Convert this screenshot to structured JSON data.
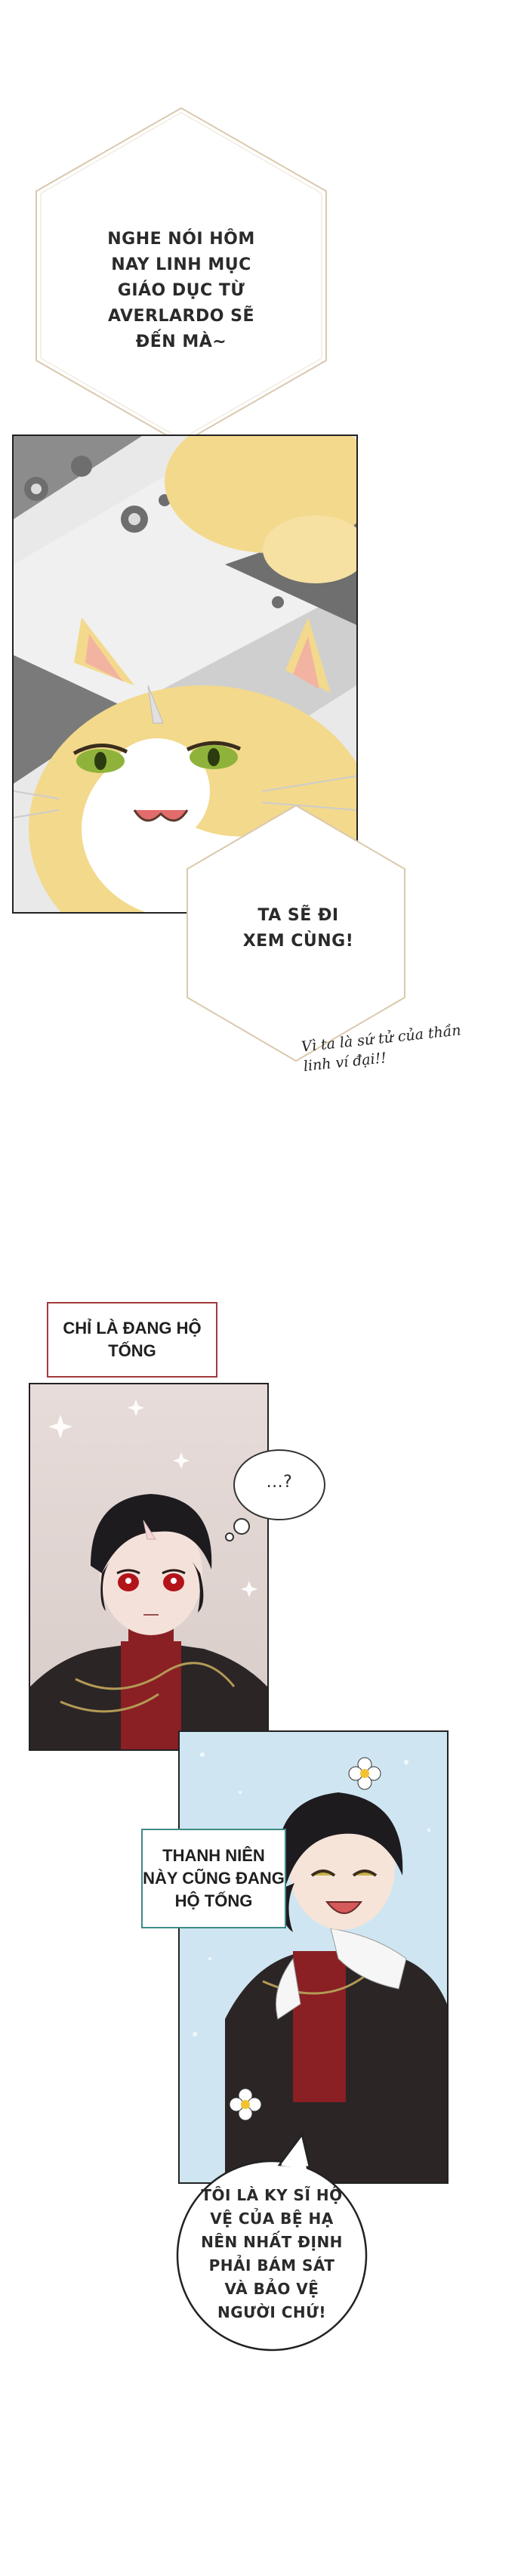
{
  "page": {
    "bubble1_text": "NGHE NÓI HÔM NAY LINH MỤC GIÁO DỤC TỪ AVERLARDO SẼ ĐẾN MÀ~",
    "bubble2_text": "TA SẼ ĐI XEM CÙNG!",
    "aside_text": "Vì ta là sứ tử của thần linh ví đại!!",
    "caption1_text": "CHỈ LÀ ĐANG HỘ TỐNG",
    "thought_text": "...?",
    "caption2_text": "THANH NIÊN NÀY CŨNG ĐANG HỘ TỐNG",
    "bubble3_text": "TÔI LÀ KY SĨ HỘ VỆ CỦA BỆ HẠ NÊN NHẤT ĐỊNH PHẢI BÁM SÁT VÀ BẢO VỆ NGƯỜI CHỨ!"
  },
  "colors": {
    "cat_fur": "#f3d98c",
    "floor_light": "#e9e9e9",
    "floor_dark": "#7f7f7f",
    "cat_eye": "#8fb33a",
    "uniform_red": "#8a1f24",
    "uniform_dark": "#2b2526",
    "hair": "#1e1b1f",
    "caption_red": "#a23a3a",
    "caption_teal": "#3f8a85",
    "panel3_bg": "#cfe6f2"
  }
}
